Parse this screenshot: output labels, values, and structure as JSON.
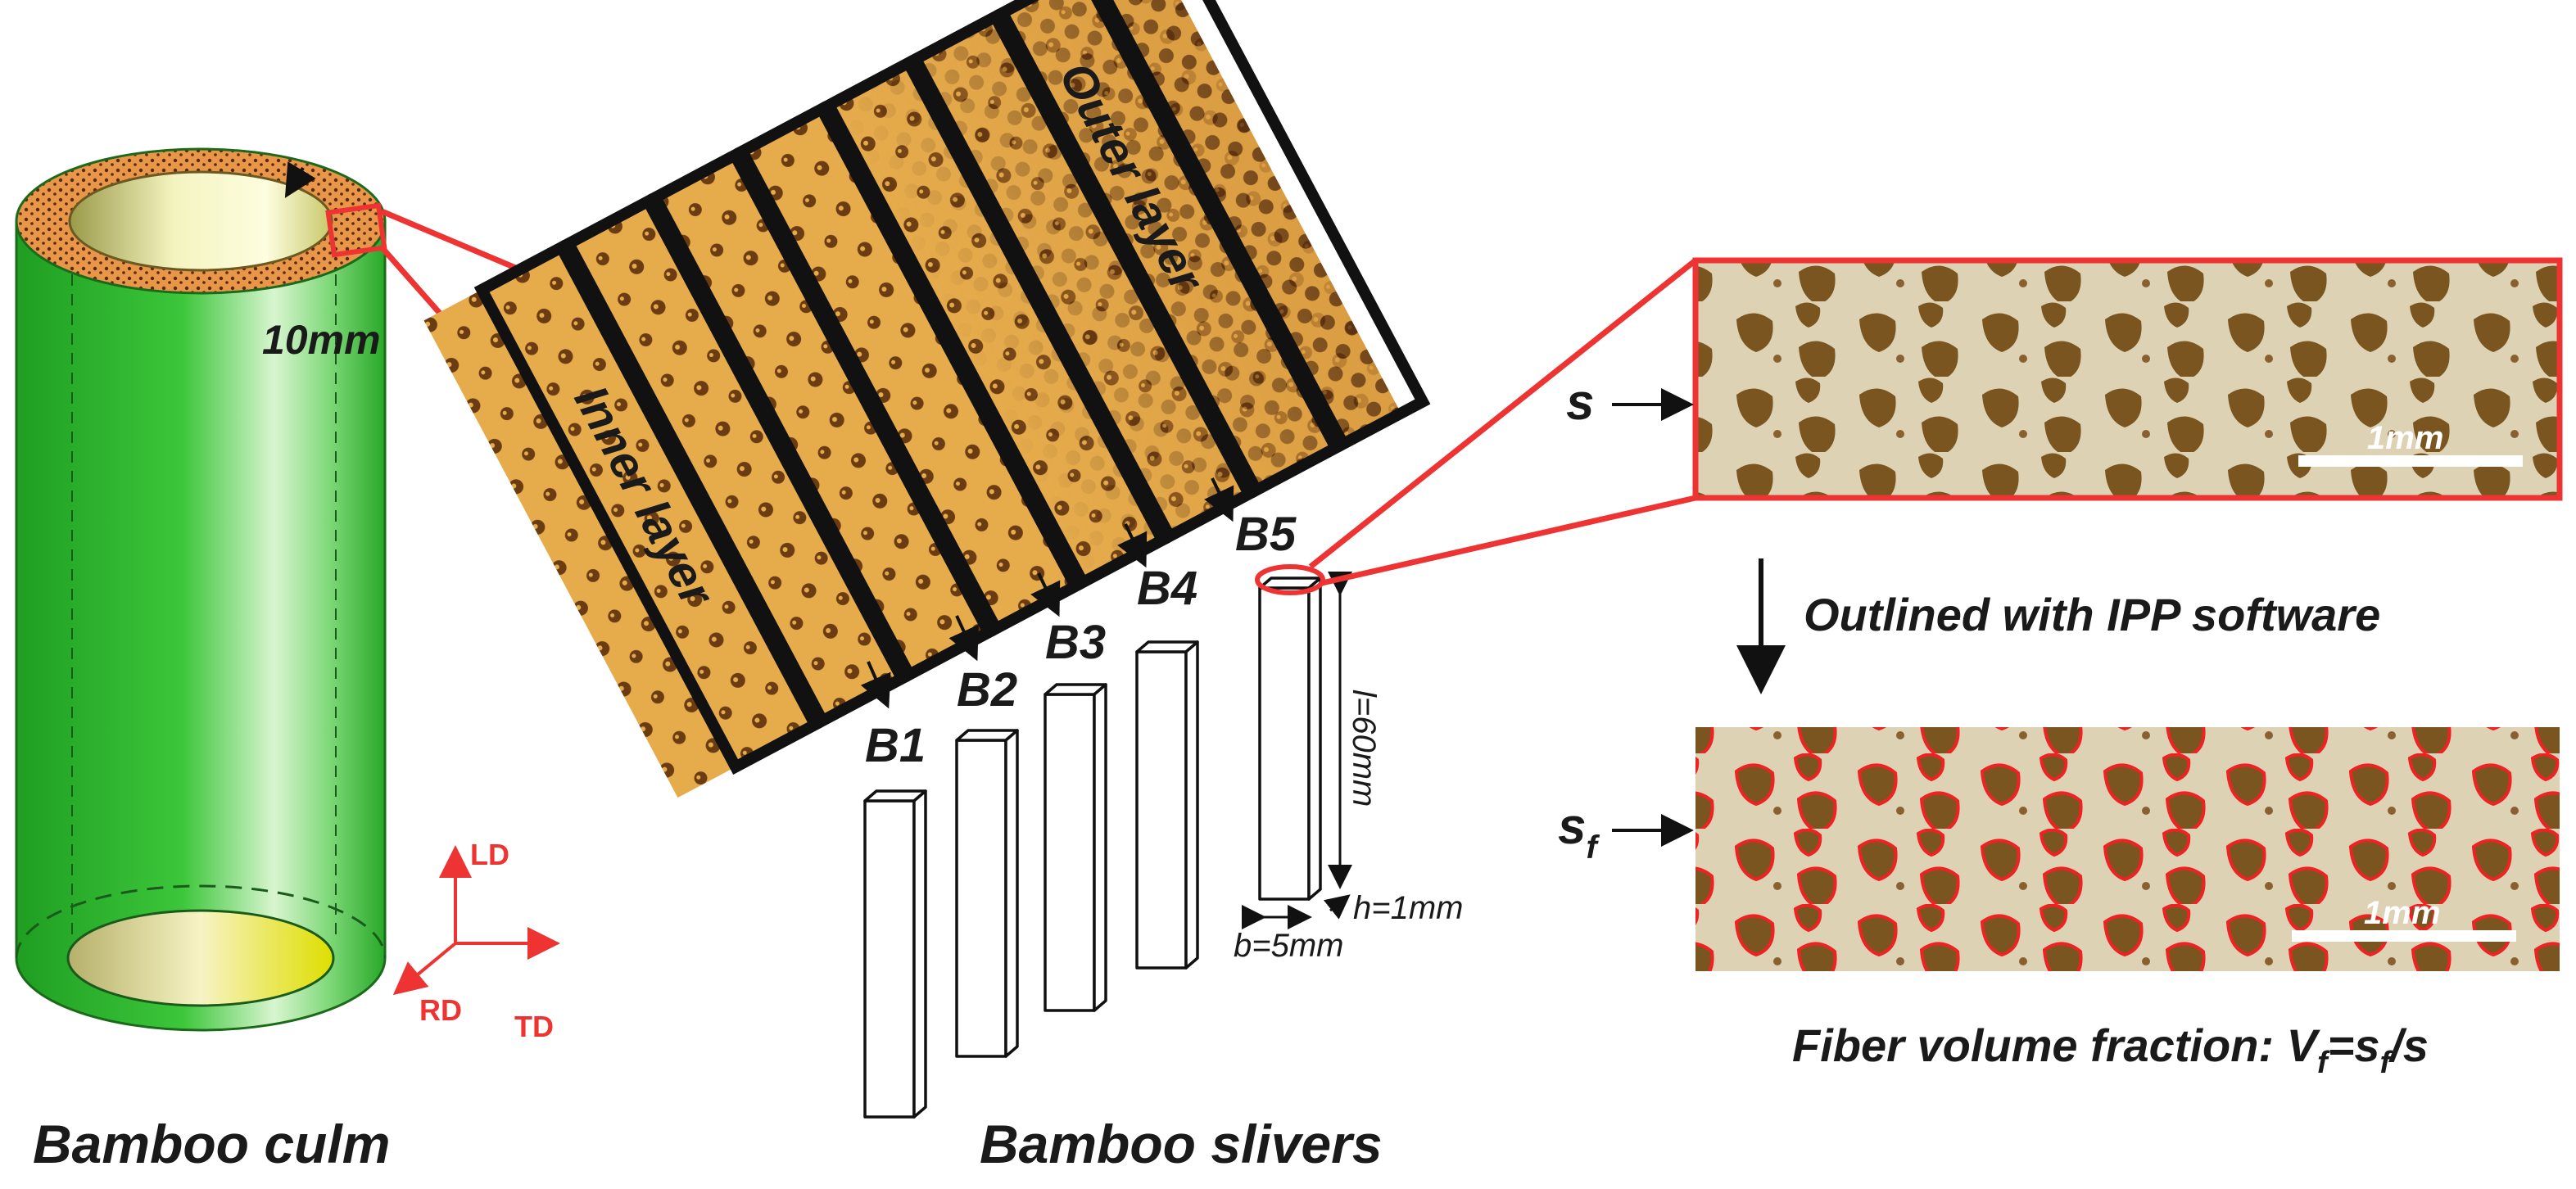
{
  "colors": {
    "red": "#ee3333",
    "culm_green": "#2db52d",
    "culm_light": "#c8f0c0",
    "culm_ring": "#e8964a",
    "slice_bg": "#e8b050",
    "fiber": "#6a3a10",
    "micro_bg": "#e2d8bc",
    "micro_fiber": "#7a5520"
  },
  "culm": {
    "thickness_label": "10mm",
    "caption": "Bamboo culm",
    "axes": {
      "ld": "LD",
      "rd": "RD",
      "td": "TD"
    }
  },
  "slice": {
    "inner_label": "Inner layer",
    "outer_label": "Outer layer"
  },
  "slivers": {
    "caption": "Bamboo slivers",
    "labels": [
      "B1",
      "B2",
      "B3",
      "B4",
      "B5"
    ],
    "length_label": "l=60mm",
    "thickness_label": "h=1mm",
    "width_label": "b=5mm"
  },
  "micro": {
    "top_label": "s",
    "bottom_label_main": "s",
    "bottom_label_sub": "f",
    "scale_label": "1mm",
    "process_label": "Outlined with IPP software",
    "formula_prefix": "Fiber volume fraction: V",
    "formula_sub1": "f",
    "formula_eq": "=s",
    "formula_sub2": "f",
    "formula_suffix": "/s"
  }
}
